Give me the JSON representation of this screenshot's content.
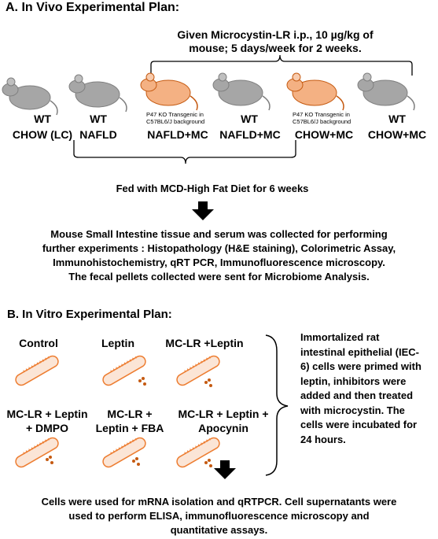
{
  "section_a": {
    "title": "A. In Vivo Experimental Plan:",
    "mc_line1": "Given Microcystin-LR i.p.,  10 µg/kg of",
    "mc_line2": "mouse; 5 days/week for 2 weeks.",
    "groups": [
      {
        "line1": "WT",
        "line2": "CHOW (LC)",
        "color": "#a6a6a6"
      },
      {
        "line1": "WT",
        "line2": "NAFLD",
        "color": "#a6a6a6"
      },
      {
        "line1": "P47 KO Transgenic in",
        "line2": "C57BL6/J background",
        "line3": "NAFLD+MC",
        "color": "#f4b183"
      },
      {
        "line1": "WT",
        "line2": "NAFLD+MC",
        "color": "#a6a6a6"
      },
      {
        "line1": "P47 KO Transgenic in",
        "line2": "C57BL6/J background",
        "line3": "CHOW+MC",
        "color": "#f4b183"
      },
      {
        "line1": "WT",
        "line2": "CHOW+MC",
        "color": "#a6a6a6"
      }
    ],
    "diet": "Fed with MCD-High Fat Diet for 6 weeks",
    "collection": [
      "Mouse Small Intestine tissue and serum was collected for performing",
      "further experiments : Histopathology (H&E staining), Colorimetric Assay,",
      "Immunohistochemistry, qRT PCR, Immunofluorescence microscopy.",
      "The fecal pellets collected were sent for Microbiome Analysis."
    ]
  },
  "section_b": {
    "title": "B. In Vitro Experimental Plan:",
    "conditions": [
      {
        "lines": [
          "Control"
        ]
      },
      {
        "lines": [
          "Leptin"
        ]
      },
      {
        "lines": [
          "MC-LR +Leptin"
        ]
      },
      {
        "lines": [
          "MC-LR + Leptin",
          "+ DMPO"
        ]
      },
      {
        "lines": [
          "MC-LR +",
          "Leptin + FBA"
        ]
      },
      {
        "lines": [
          "MC-LR + Leptin +",
          "Apocynin"
        ]
      }
    ],
    "description": [
      "Immortalized rat",
      "intestinal epithelial  (IEC-",
      "6) cells were primed with",
      "leptin, inhibitors were",
      "added  and then treated",
      "with microcystin. The",
      "cells were incubated for",
      "24 hours."
    ],
    "result": [
      "Cells were used for mRNA isolation and qRTPCR. Cell supernatants were",
      "used to perform ELISA, immunofluorescence microscopy and",
      "quantitative assays."
    ]
  },
  "colors": {
    "tube": "#ed7d31",
    "tube_fill": "#fbe5d6",
    "arrow": "#000000",
    "mouse_wt": "#a6a6a6",
    "mouse_ko": "#f4b183"
  }
}
